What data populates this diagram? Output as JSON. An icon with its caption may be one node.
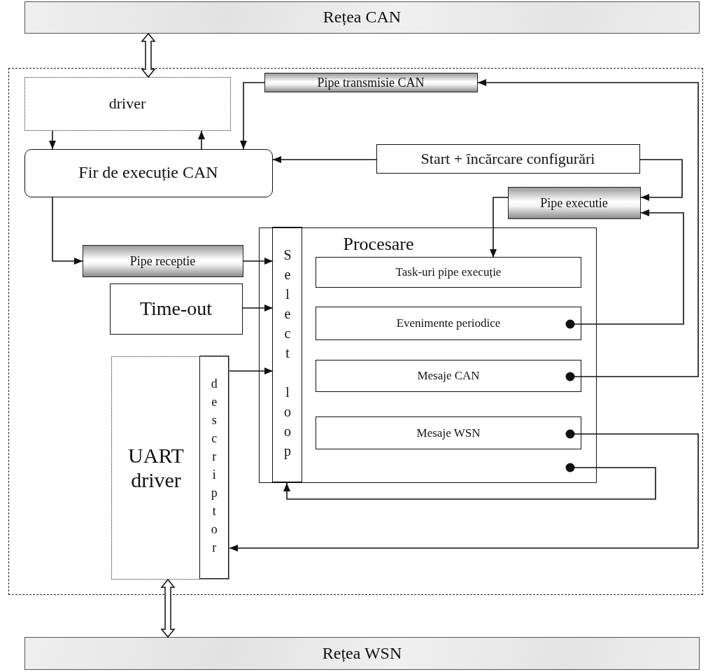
{
  "diagram": {
    "nodes": [
      {
        "text": [
          "Rețea CAN"
        ]
      },
      {
        "text": [],
        "shape": "box"
      },
      {
        "text": [
          "driver"
        ],
        "in": 1
      },
      {
        "text": [
          "Pipe transmisie CAN"
        ],
        "in": 1
      },
      {
        "text": [
          "Fir de execuție CAN"
        ],
        "in": 1
      },
      {
        "text": [
          "Start + încărcare configurări"
        ],
        "in": 1
      },
      {
        "text": [
          "Pipe executie"
        ],
        "in": 1
      },
      {
        "text": [
          "Pipe receptie"
        ],
        "in": 1
      },
      {
        "text": [
          "Procesare"
        ],
        "in": 1
      },
      {
        "text": [
          "Select loop"
        ],
        "in": 8
      },
      {
        "text": [
          "Task-uri pipe execuție"
        ],
        "in": 8
      },
      {
        "text": [
          "Evenimente periodice"
        ],
        "in": 8
      },
      {
        "text": [
          "Mesaje CAN"
        ],
        "in": 8
      },
      {
        "text": [
          "Mesaje WSN"
        ],
        "in": 8
      },
      {
        "text": [
          "Time-out"
        ],
        "in": 1
      },
      {
        "text": [
          "UART driver"
        ],
        "in": 1
      },
      {
        "text": [
          "descriptor"
        ],
        "in": 15
      },
      {
        "text": [
          "Rețea WSN"
        ]
      }
    ],
    "edges": [
      {
        "from": 0,
        "to": 2,
        "arrow": "both",
        "style": "thick"
      },
      {
        "from": 2,
        "to": 4,
        "arrow": "to"
      },
      {
        "from": 4,
        "to": 2,
        "arrow": "to"
      },
      {
        "from": 3,
        "to": 4,
        "arrow": "to"
      },
      {
        "from": 5,
        "to": 4,
        "arrow": "to"
      },
      {
        "from": 5,
        "to": 6,
        "arrow": "to"
      },
      {
        "from": 6,
        "to": 10,
        "arrow": "to"
      },
      {
        "from": 4,
        "to": 7,
        "arrow": "to"
      },
      {
        "from": 7,
        "to": 9,
        "arrow": "to"
      },
      {
        "from": 14,
        "to": 9,
        "arrow": "to"
      },
      {
        "from": 16,
        "to": 9,
        "arrow": "to"
      },
      {
        "from": 11,
        "to": 6,
        "arrow": "to"
      },
      {
        "from": 12,
        "to": 3,
        "arrow": "to"
      },
      {
        "from": 13,
        "to": 16,
        "arrow": "to"
      },
      {
        "from": 8,
        "to": 9,
        "arrow": "to"
      },
      {
        "from": 15,
        "to": 17,
        "arrow": "both",
        "style": "thick"
      }
    ]
  }
}
